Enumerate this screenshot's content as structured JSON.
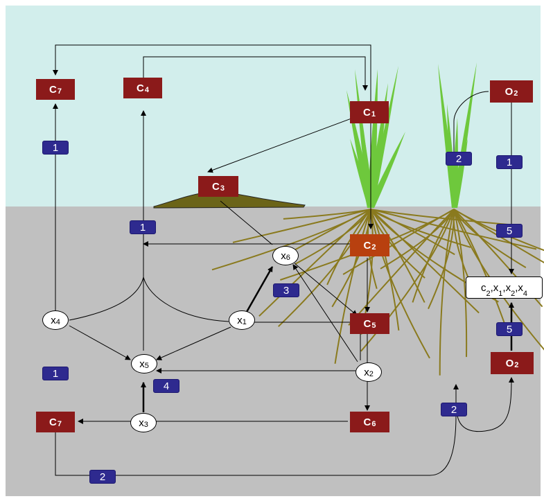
{
  "boxes": {
    "c7_top": {
      "base": "C",
      "sub": "7"
    },
    "c4": {
      "base": "C",
      "sub": "4"
    },
    "c1": {
      "base": "C",
      "sub": "1"
    },
    "o2_top": {
      "base": "O",
      "sub": "2"
    },
    "c3": {
      "base": "C",
      "sub": "3"
    },
    "c2": {
      "base": "C",
      "sub": "2"
    },
    "c5": {
      "base": "C",
      "sub": "5"
    },
    "o2_bottom": {
      "base": "O",
      "sub": "2"
    },
    "c7_bottom": {
      "base": "C",
      "sub": "7"
    },
    "c6": {
      "base": "C",
      "sub": "6"
    }
  },
  "nodes": {
    "x1": {
      "base": "x",
      "sub": "1"
    },
    "x2": {
      "base": "x",
      "sub": "2"
    },
    "x3": {
      "base": "x",
      "sub": "3"
    },
    "x4": {
      "base": "x",
      "sub": "4"
    },
    "x5": {
      "base": "x",
      "sub": "5"
    },
    "x6": {
      "base": "x",
      "sub": "6"
    }
  },
  "pool": [
    {
      "base": "c",
      "sub": "2"
    },
    {
      "base": "x",
      "sub": "1"
    },
    {
      "base": "x",
      "sub": "2"
    },
    {
      "base": "x",
      "sub": "4"
    }
  ],
  "pool_separator": ", ",
  "labels": {
    "c7_up": "1",
    "c4_up": "1",
    "x4_c7": "1",
    "x6_c5": "3",
    "x3_x5": "4",
    "plant_o2": "2",
    "o2_right": "1",
    "o2_pool": "5",
    "o2_bottom_pool": "5",
    "root_o2": "2",
    "bottom_loop": "2"
  },
  "colors": {
    "sky": "#d2eeec",
    "soil": "#c0c0c0",
    "box": "#8b1a1a",
    "box_c2": "#b8400f",
    "number_box": "#2e2a8f",
    "leaf": "#6ec83c",
    "root": "#8a7a1e",
    "mound": "#6b6418"
  }
}
